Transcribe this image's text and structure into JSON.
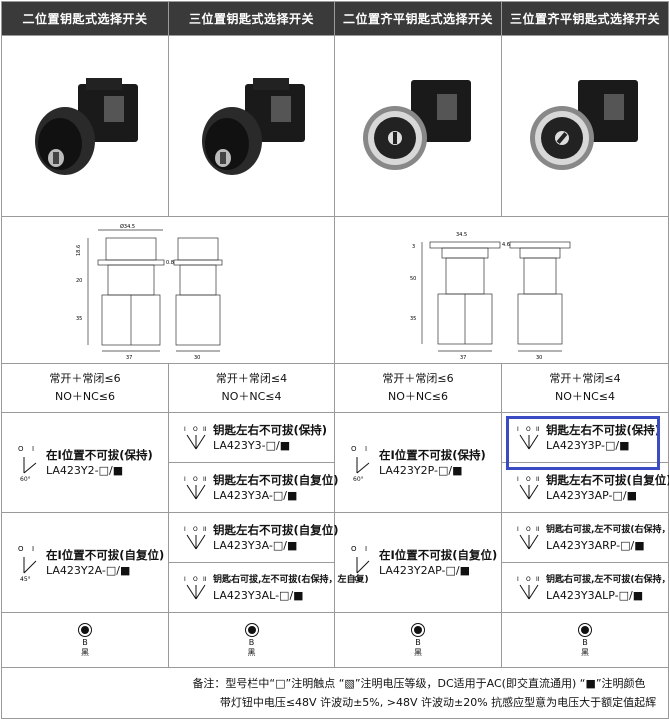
{
  "headers": [
    "二位置钥匙式选择开关",
    "三位置钥匙式选择开关",
    "二位置齐平钥匙式选择开关",
    "三位置齐平钥匙式选择开关"
  ],
  "drawing_left": {
    "dim_top": "Ø34.5",
    "dims": [
      "18.6",
      "0.8",
      "20",
      "35"
    ],
    "dim_bottom_a": "37",
    "dim_bottom_b": "30"
  },
  "drawing_right": {
    "dim_top": "34.5",
    "dims": [
      "3",
      "4.6",
      "50",
      "35"
    ],
    "dim_bottom_a": "37",
    "dim_bottom_b": "30"
  },
  "contacts": [
    {
      "l1": "常开＋常闭≤6",
      "l2": "NO＋NC≤6"
    },
    {
      "l1": "常开＋常闭≤4",
      "l2": "NO＋NC≤4"
    },
    {
      "l1": "常开＋常闭≤6",
      "l2": "NO＋NC≤6"
    },
    {
      "l1": "常开＋常闭≤4",
      "l2": "NO＋NC≤4"
    }
  ],
  "models": {
    "c1_top": {
      "label": "在I位置不可拔(保持)",
      "code": "LA423Y2-□/■",
      "angle": "60°"
    },
    "c1_bot": {
      "label": "在I位置不可拔(自复位)",
      "code": "LA423Y2A-□/■",
      "angle": "45°"
    },
    "c2_r1": {
      "label": "钥匙左右不可拔(保持)",
      "code": "LA423Y3-□/■"
    },
    "c2_r2": {
      "label": "钥匙左右不可拔(自复位)",
      "code": "LA423Y3A-□/■"
    },
    "c2_r3": {
      "label": "钥匙左右不可拔(自复位)",
      "code": "LA423Y3A-□/■"
    },
    "c2_r4": {
      "label": "钥匙右可拔,左不可拔(右保持，左自复)",
      "code": "LA423Y3AL-□/■"
    },
    "c3_top": {
      "label": "在I位置不可拔(保持)",
      "code": "LA423Y2P-□/■",
      "angle": "60°"
    },
    "c3_bot": {
      "label": "在I位置不可拔(自复位)",
      "code": "LA423Y2AP-□/■",
      "angle": "45°"
    },
    "c4_r1": {
      "label": "钥匙左右不可拔(保持)",
      "code": "LA423Y3P-□/■"
    },
    "c4_r2": {
      "label": "钥匙左右不可拔(自复位)",
      "code": "LA423Y3AP-□/■"
    },
    "c4_r3": {
      "label": "钥匙右可拔,左不可拔(右保持，右自复)",
      "code": "LA423Y3ARP-□/■"
    },
    "c4_r4": {
      "label": "钥匙右可拔,左不可拔(右保持，左自复)",
      "code": "LA423Y3ALP-□/■"
    }
  },
  "color": {
    "letter": "B",
    "name": "黑"
  },
  "note": {
    "line1": "备注：型号栏中“□”注明触点 “▧”注明电压等级，DC适用于AC(即交直流通用) “■”注明颜色",
    "line2": "带灯钮中电压≤48V 许波动±5%, >48V 许波动±20%    抗感应型意为电压大于额定值起辉"
  },
  "accent": "#3a4bc4",
  "header_bg": "#3a3a3a"
}
